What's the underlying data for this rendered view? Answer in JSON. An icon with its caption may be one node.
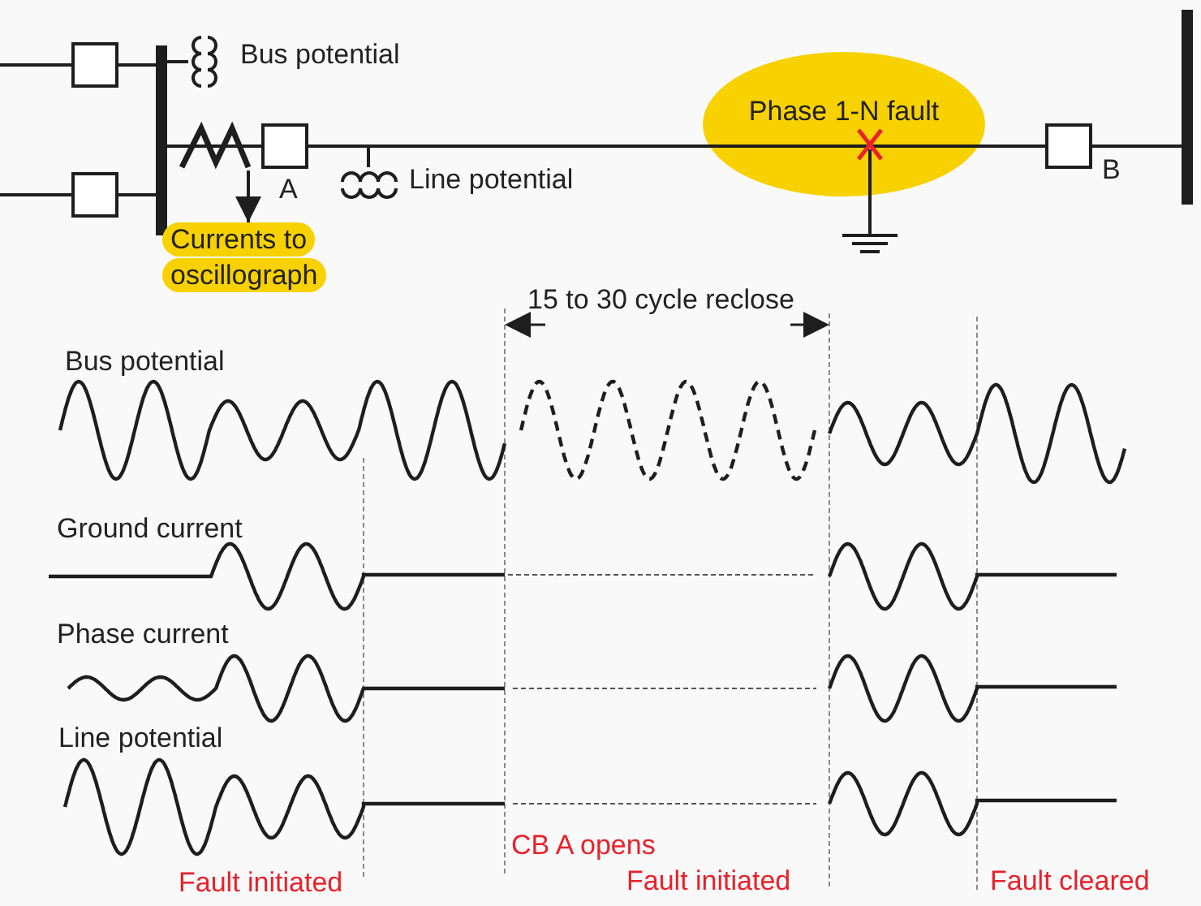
{
  "diagram": {
    "nodes": [
      {
        "text": [
          "Phase 1-N fault"
        ]
      },
      {
        "text": [],
        "shape": "picture"
      },
      {
        "text": [
          "Currents to oscillograph"
        ]
      }
    ],
    "edges": [
      {
        "from": 1,
        "to": 2,
        "arrow": "to"
      }
    ],
    "labels": [
      "Bus potential",
      "A",
      "Line potential",
      "B",
      "15 to 30 cycle reclose",
      "Bus potential",
      "Ground current",
      "Phase current",
      "Line potential",
      "CB A opens",
      "Fault initiated",
      "Fault initiated",
      "Fault cleared"
    ]
  }
}
